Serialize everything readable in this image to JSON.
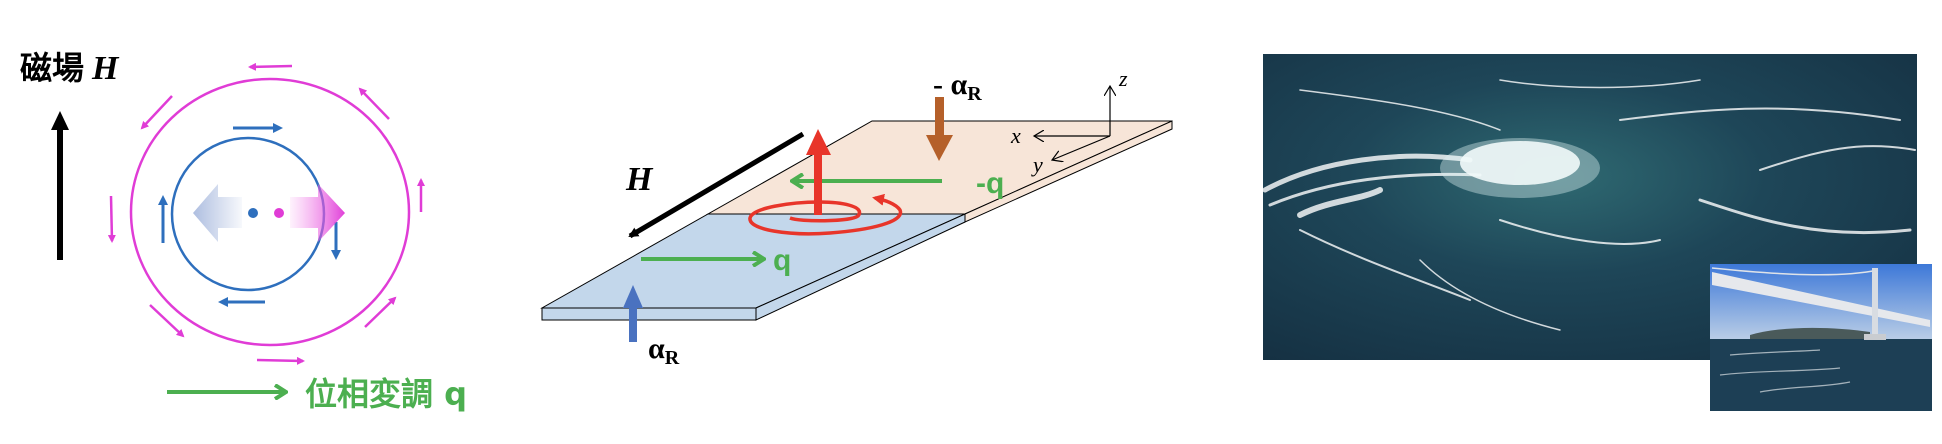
{
  "left_panel": {
    "field_label": "磁場",
    "field_symbol": "H",
    "modulation_label": "位相変調 q"
  },
  "middle_panel": {
    "field_symbol": "H",
    "alpha_top_prefix": "- ",
    "alpha_symbol": "α",
    "alpha_subscript": "R",
    "q_top": "-q",
    "q_bottom": "q",
    "axis_x": "x",
    "axis_y": "y",
    "axis_z": "z"
  },
  "colors": {
    "magenta": "#e03cd6",
    "blue": "#2e6fbd",
    "green": "#4caf50",
    "red": "#e8352a",
    "brown": "#b5602a",
    "plate_blue": "#c3d7eb",
    "plate_peach": "#f7e5d8",
    "arrow_blue": "#4a72c0"
  }
}
